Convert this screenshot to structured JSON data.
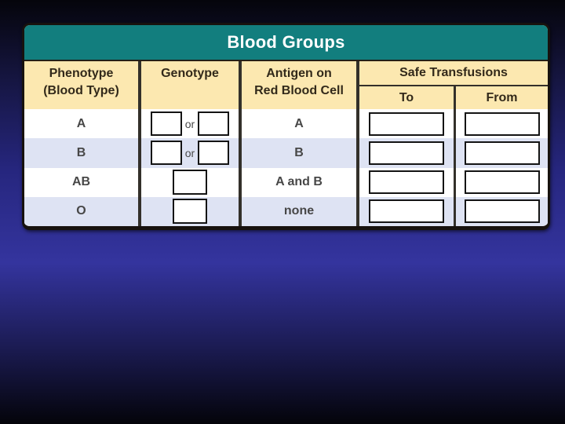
{
  "colors": {
    "title_bar_teal": "#127e7e",
    "header_tan": "#fce8b0",
    "row_stripe_blue": "#dee3f3",
    "table_border": "#17120e",
    "background_blue": "#34349e"
  },
  "table": {
    "title": "Blood Groups",
    "headers": {
      "phenotype_line1": "Phenotype",
      "phenotype_line2": "(Blood Type)",
      "genotype": "Genotype",
      "antigen_line1": "Antigen on",
      "antigen_line2": "Red Blood Cell",
      "safe_transfusions": "Safe Transfusions",
      "to": "To",
      "from": "From"
    },
    "rows": [
      {
        "phenotype": "A",
        "genotype_join": "or",
        "antigen": "A"
      },
      {
        "phenotype": "B",
        "genotype_join": "or",
        "antigen": "B"
      },
      {
        "phenotype": "AB",
        "genotype_join": "",
        "antigen": "A and B"
      },
      {
        "phenotype": "O",
        "genotype_join": "",
        "antigen": "none"
      }
    ]
  }
}
